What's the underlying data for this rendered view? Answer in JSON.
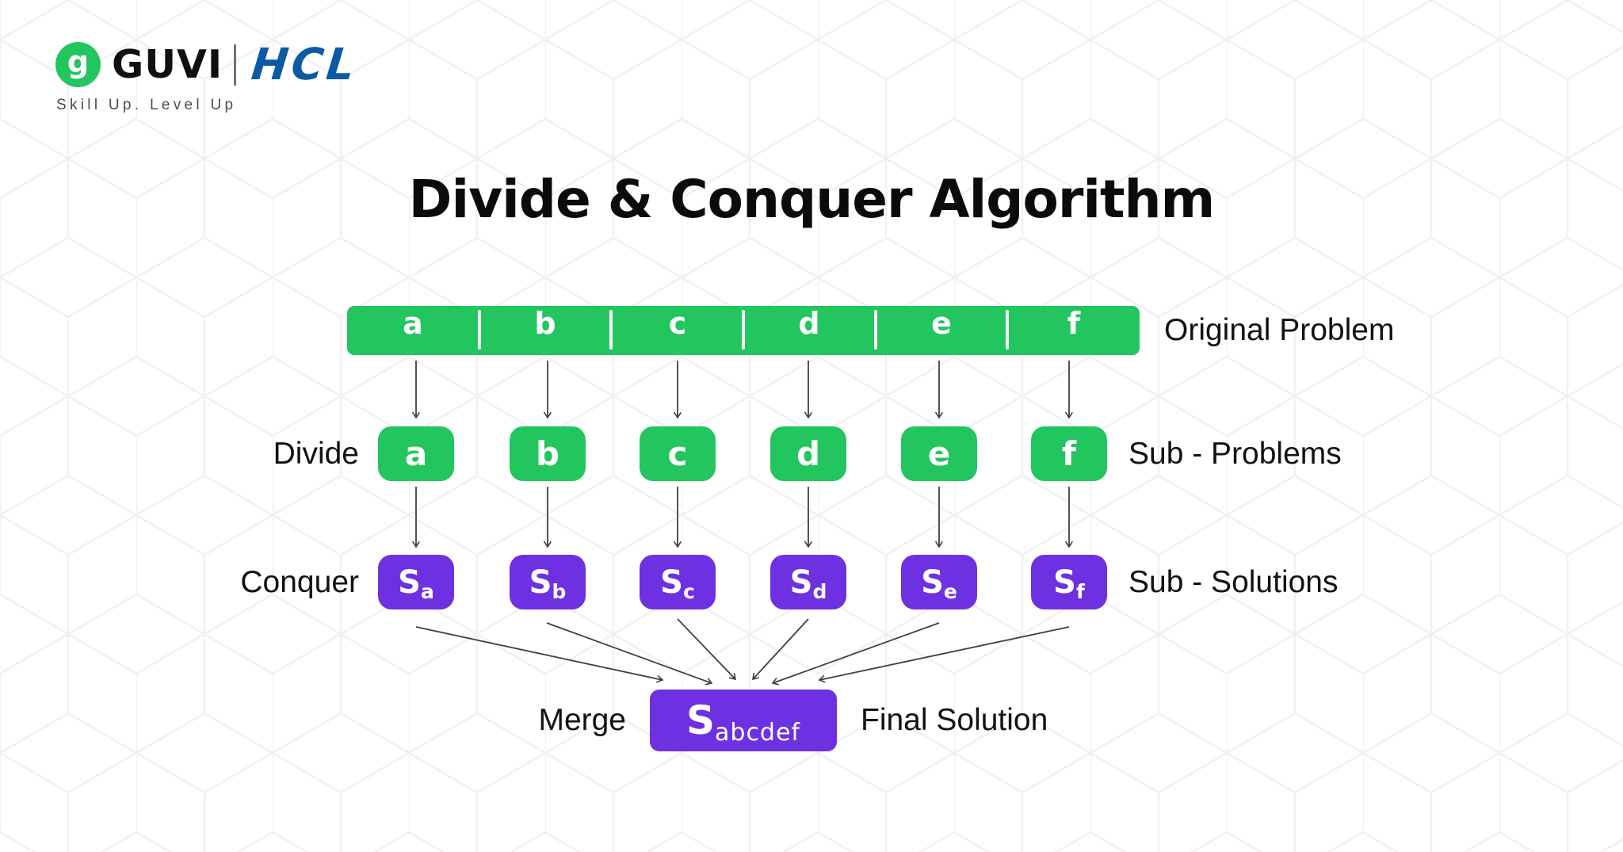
{
  "logo": {
    "mark_letter": "g",
    "brand": "GUVI",
    "partner": "HCL",
    "tagline": "Skill Up. Level Up"
  },
  "title": "Divide & Conquer Algorithm",
  "colors": {
    "green": "#22C55E",
    "purple": "#6D31E2",
    "hcl_blue": "#0B5AA6",
    "arrow": "#3F3F46",
    "pattern": "#F1F1F4",
    "text": "#0B0B0C",
    "tagline_gray": "#4B4B4B"
  },
  "bar": {
    "segments": [
      "a",
      "b",
      "c",
      "d",
      "e",
      "f"
    ],
    "label": "Original Problem"
  },
  "divide": {
    "step": "Divide",
    "label": "Sub - Problems",
    "items": [
      "a",
      "b",
      "c",
      "d",
      "e",
      "f"
    ]
  },
  "conquer": {
    "step": "Conquer",
    "label": "Sub - Solutions",
    "base": "S",
    "subs": [
      "a",
      "b",
      "c",
      "d",
      "e",
      "f"
    ]
  },
  "merge": {
    "step": "Merge",
    "label": "Final Solution",
    "base": "S",
    "sub": "abcdef"
  }
}
